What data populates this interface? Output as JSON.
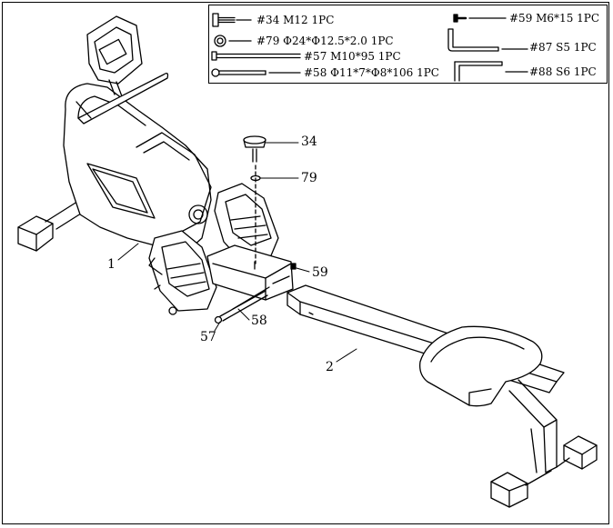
{
  "parts_list": [
    {
      "id": "p34",
      "text": "#34 M12 1PC",
      "icon": "bolt-icon"
    },
    {
      "id": "p79",
      "text": "#79 Φ24*Φ12.5*2.0 1PC",
      "icon": "washer-icon"
    },
    {
      "id": "p57",
      "text": "#57 M10*95 1PC",
      "icon": "long-bolt-icon"
    },
    {
      "id": "p58",
      "text": "#58 Φ11*7*Φ8*106 1PC",
      "icon": "pin-icon"
    },
    {
      "id": "p59",
      "text": "#59 M6*15 1PC",
      "icon": "screw-icon"
    },
    {
      "id": "p87",
      "text": "#87 S5 1PC",
      "icon": "allen-key-icon"
    },
    {
      "id": "p88",
      "text": "#88 S6 1PC",
      "icon": "allen-key-icon"
    }
  ],
  "callouts": {
    "c34": "34",
    "c79": "79",
    "c59": "59",
    "c58": "58",
    "c57": "57",
    "c1": "1",
    "c2": "2"
  }
}
